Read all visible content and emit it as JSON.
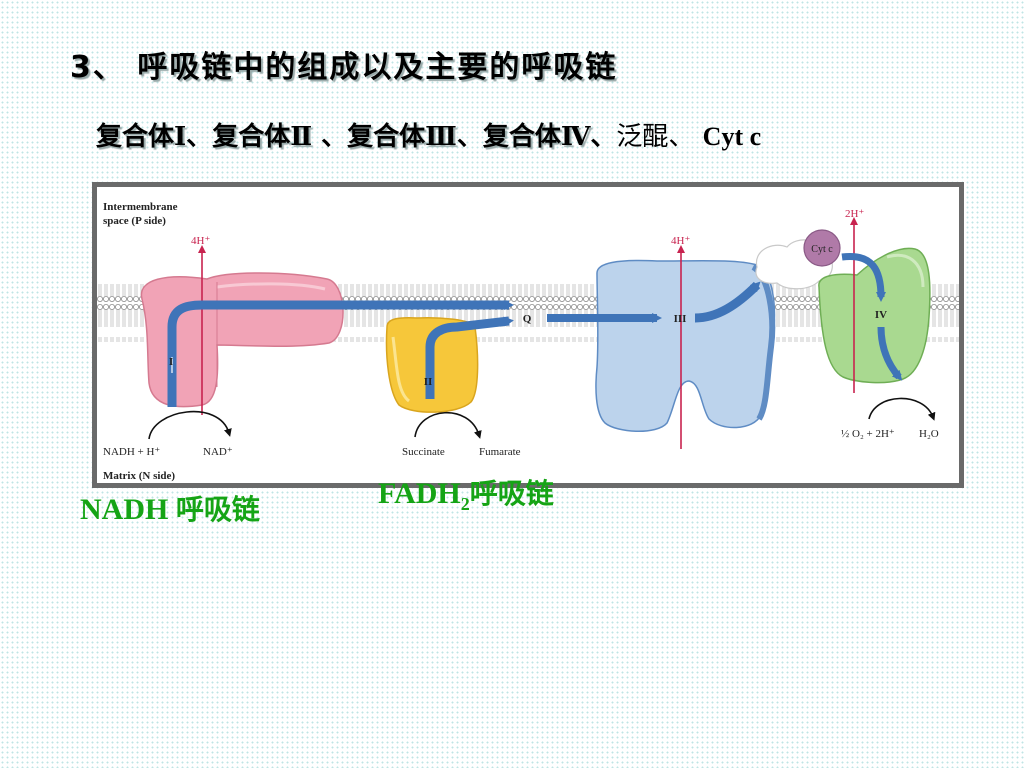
{
  "title": "3、 呼吸链中的组成以及主要的呼吸链",
  "subtitle": {
    "c1": "复合体Ⅰ",
    "sep1": "、",
    "c2": "复合体Ⅱ",
    "sep2": " 、",
    "c3": "复合体Ⅲ",
    "sep3": "、",
    "c4": "复合体Ⅳ",
    "sep4": "、",
    "q": "泛醌",
    "sep5": "、 ",
    "cyt": "Cyt c"
  },
  "figure": {
    "intermembrane_1": "Intermembrane",
    "intermembrane_2": "space (P side)",
    "matrix": "Matrix (N side)",
    "h_complex1": "4H⁺",
    "h_complex3": "4H⁺",
    "h_complex4": "2H⁺",
    "label_I": "I",
    "label_II": "II",
    "label_III": "III",
    "label_IV": "IV",
    "label_Q": "Q",
    "cytc": "Cyt c",
    "nadh": "NADH + H⁺",
    "nad": "NAD⁺",
    "succinate": "Succinate",
    "fumarate": "Fumarate",
    "o2": "½ O₂ + 2H⁺",
    "h2o": "H₂O"
  },
  "labels": {
    "nadh_chain_en": "NADH ",
    "nadh_chain_cn": "呼吸链",
    "fadh_en": "FADH",
    "fadh_sub": "2",
    "fadh_cn": "呼吸链"
  },
  "colors": {
    "complex1": "#f1a3b6",
    "complex2": "#f6c73a",
    "complex3": "#bcd3ec",
    "complex4": "#a9d990",
    "cytc": "#b07aa8",
    "arrow": "#3f74b8",
    "proton_arrow": "#c8234f",
    "label_green": "#15a415"
  }
}
